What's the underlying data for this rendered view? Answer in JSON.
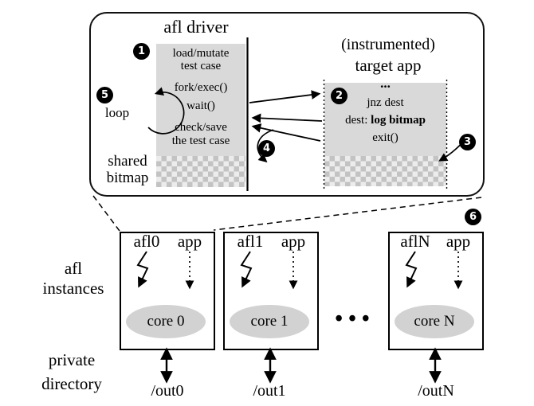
{
  "driver": {
    "title": "afl driver",
    "lines": {
      "load_mutate": "load/mutate",
      "test_case": "test case",
      "fork_exec": "fork/exec()",
      "wait": "wait()",
      "check_save": "check/save",
      "the_test_case": "the test case"
    },
    "loop_label": "loop",
    "shared": "shared",
    "bitmap": "bitmap"
  },
  "target": {
    "title1": "(instrumented)",
    "title2": "target app",
    "dots": "...",
    "jnz": "jnz dest",
    "dest": "dest: ",
    "log_bitmap": "log bitmap",
    "exit": "exit()"
  },
  "steps": [
    "1",
    "2",
    "3",
    "4",
    "5",
    "6"
  ],
  "instances": {
    "label1": "afl",
    "label2": "instances",
    "dots": "• • •",
    "boxes": [
      {
        "afl": "afl0",
        "app": "app",
        "core": "core 0",
        "out": "/out0"
      },
      {
        "afl": "afl1",
        "app": "app",
        "core": "core 1",
        "out": "/out1"
      },
      {
        "afl": "aflN",
        "app": "app",
        "core": "core N",
        "out": "/outN"
      }
    ]
  },
  "private_dir": {
    "label1": "private",
    "label2": "directory"
  }
}
